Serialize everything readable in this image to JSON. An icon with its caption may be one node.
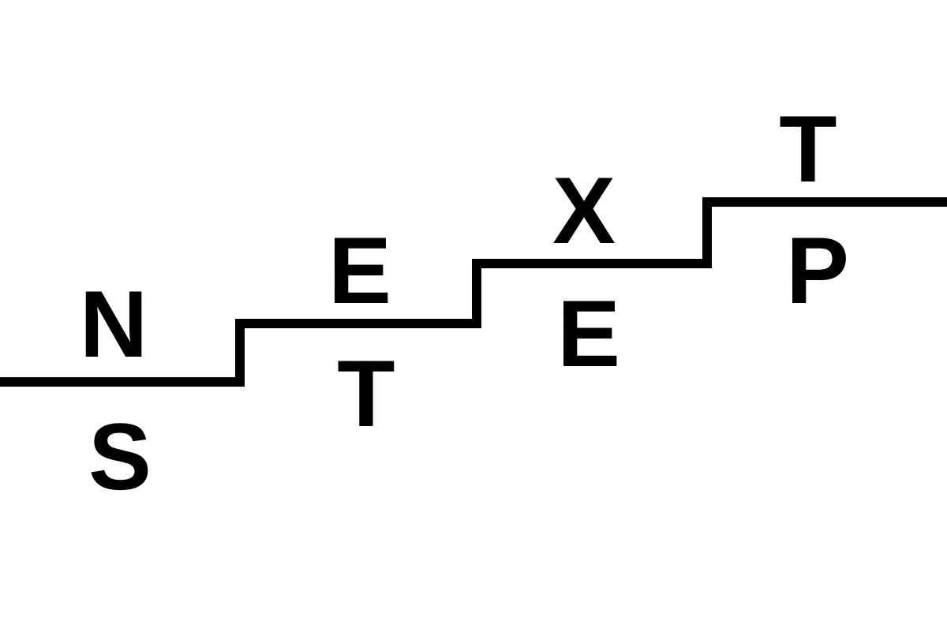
{
  "diagram": {
    "labels": [
      "N",
      "S",
      "E",
      "T",
      "X",
      "E",
      "T",
      "P"
    ]
  }
}
